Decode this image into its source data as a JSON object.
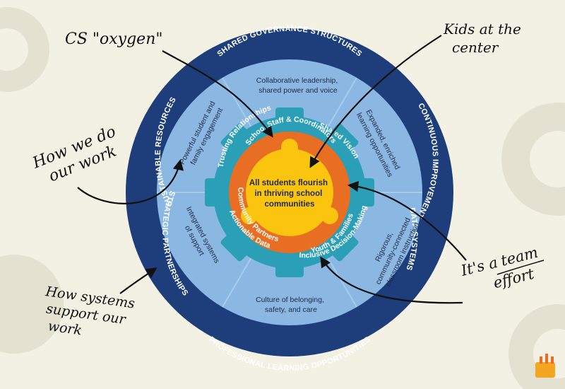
{
  "outer_ring": {
    "top": "SHARED GOVERNANCE STRUCTURES",
    "right_top": "CONTINUOUS IMPROVEMENT",
    "right_bottom": "DATA SYSTEMS",
    "bottom": "PROFESSIONAL LEARNING OPPORTUNITIES",
    "left_bottom": "STRATEGIC PARTNERSHIPS",
    "left_top": "SUSTAINABLE RESOURCES"
  },
  "middle_ring": {
    "top": [
      "Collaborative leadership,",
      "shared power and voice"
    ],
    "right_top": [
      "Expanded, enriched",
      "learning opportunities"
    ],
    "right_bottom": [
      "Rigorous,",
      "community-connected",
      "classroom instruction"
    ],
    "bottom": [
      "Culture of belonging,",
      "safety, and care"
    ],
    "left_bottom": [
      "Integrated systems",
      "of support"
    ],
    "left_top": [
      "Powerful student and",
      "family engagement"
    ]
  },
  "gear_ring": {
    "trusting": "Trusting Relationships",
    "shared_vision": "Shared Vision",
    "inclusive": "Inclusive Decision-Making",
    "actionable": "Actionable Data"
  },
  "orange_ring": {
    "school_staff": "School Staff & Coordinators",
    "youth_families": "Youth & Families",
    "community": "Community Partners"
  },
  "core": {
    "lines": [
      "All students flourish",
      "in thriving school",
      "communities"
    ]
  },
  "annotations": {
    "cs_oxygen": "CS \"oxygen\"",
    "kids_center": [
      "Kids at the",
      "center"
    ],
    "how_we_do": [
      "How we do",
      "our work"
    ],
    "team_effort_1": "It's a",
    "team_effort_2": "team",
    "team_effort_3": "effort",
    "how_systems": [
      "How systems",
      "support our",
      "work"
    ]
  },
  "colors": {
    "background": "#f3f1e4",
    "navy": "#1d3e7a",
    "light_blue": "#8bb8e3",
    "teal": "#2b9fb6",
    "orange": "#e86e23",
    "yellow": "#fbc40f"
  }
}
